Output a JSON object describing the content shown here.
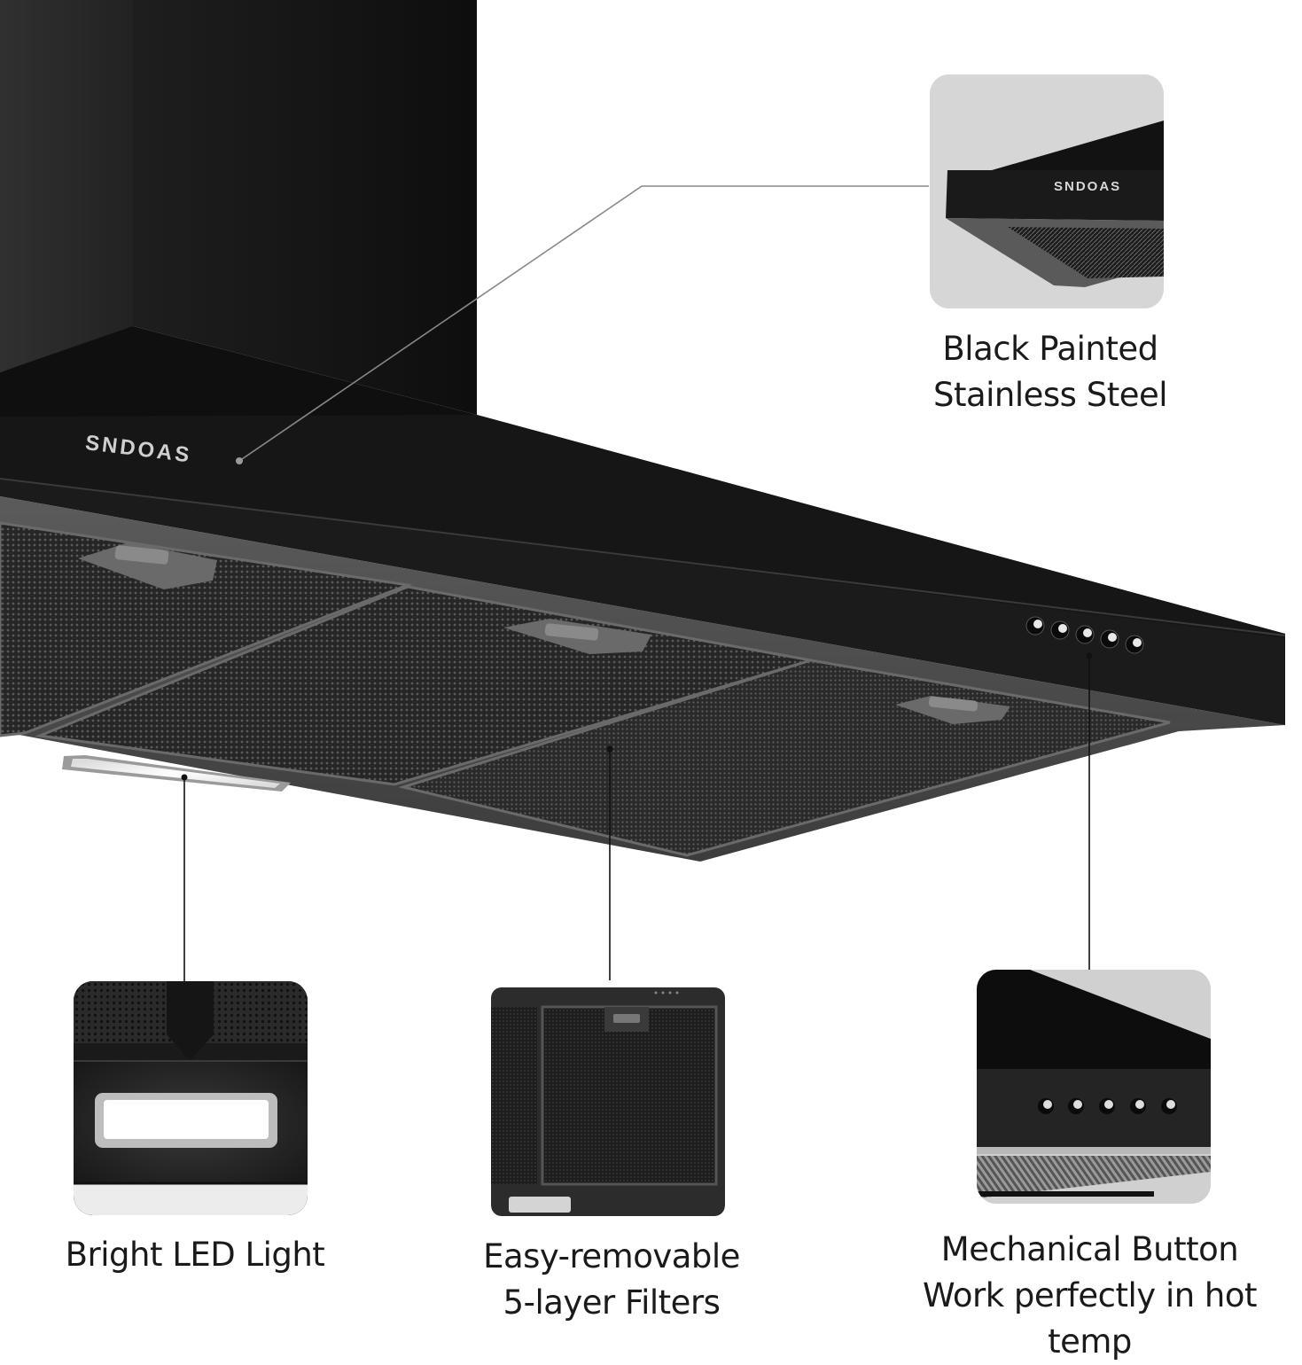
{
  "product": {
    "brand": "SNDOAS",
    "type": "wall mount range hood",
    "colors": {
      "hood_body": "#141414",
      "hood_trim": "#4a4a4a",
      "filter_mesh": "#2b2b2b",
      "card_bg_light": "#d6d6d6",
      "text": "#1a1a1a",
      "leader_line": "#111111"
    }
  },
  "main_image": {
    "brand_label": "SNDOAS",
    "button_count": 5
  },
  "features": [
    {
      "id": "steel",
      "title": "Black Painted",
      "subtitle": "Stainless Steel",
      "card_brand": "SNDOAS"
    },
    {
      "id": "led",
      "title": "Bright LED Light",
      "subtitle": ""
    },
    {
      "id": "filter",
      "title": "Easy-removable",
      "subtitle": "5-layer Filters"
    },
    {
      "id": "button",
      "title": "Mechanical Button",
      "subtitle": "Work perfectly in hot temp"
    }
  ]
}
